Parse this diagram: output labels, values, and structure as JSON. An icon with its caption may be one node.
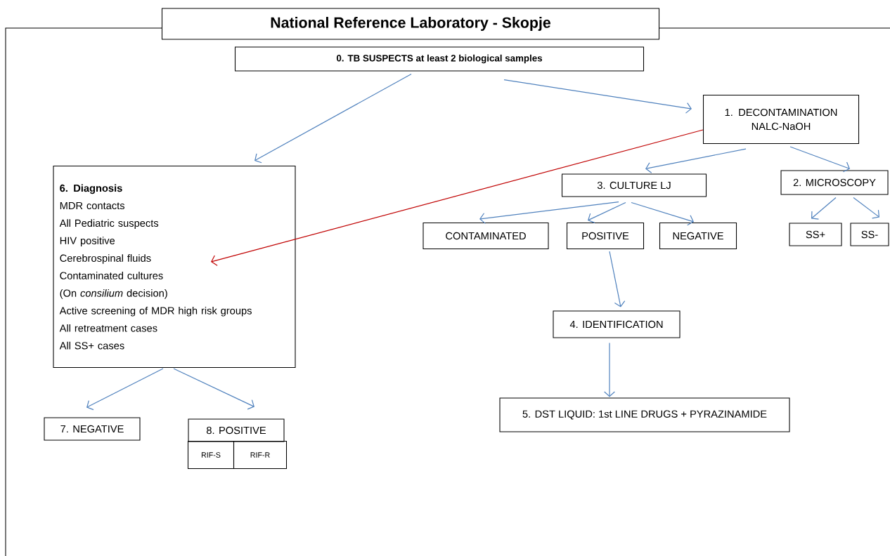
{
  "diagram": {
    "title": "National Reference Laboratory - Skopje",
    "nodes": [
      {
        "text": [
          "0. TB SUSPECTS at least 2 biological samples"
        ]
      },
      {
        "text": [
          "1. DECONTAMINATION NALC-NaOH"
        ]
      },
      {
        "text": [
          "6. Diagnosis",
          "MDR contacts",
          "All Pediatric suspects",
          "HIV positive",
          "Cerebrospinal fluids",
          "Contaminated cultures",
          "(On *consilium* decision)",
          "Active screening of MDR high risk groups",
          "All retreatment cases",
          "All SS+ cases"
        ]
      },
      {
        "text": [
          "3. CULTURE LJ"
        ]
      },
      {
        "text": [
          "2. MICROSCOPY"
        ]
      },
      {
        "text": [
          "CONTAMINATED"
        ]
      },
      {
        "text": [
          "POSITIVE"
        ]
      },
      {
        "text": [
          "NEGATIVE"
        ]
      },
      {
        "text": [
          "SS+"
        ]
      },
      {
        "text": [
          "SS-"
        ]
      },
      {
        "text": [
          "4. IDENTIFICATION"
        ]
      },
      {
        "text": [
          "5. DST LIQUID: 1st LINE DRUGS + PYRAZINAMIDE"
        ]
      },
      {
        "text": [
          "7. NEGATIVE"
        ]
      },
      {
        "text": [
          "8. POSITIVE"
        ]
      },
      {
        "text": [
          "RIF-S"
        ]
      },
      {
        "text": [
          "RIF-R"
        ]
      }
    ],
    "edges": [
      {
        "from": 0,
        "to": 2,
        "arrow": "to"
      },
      {
        "from": 0,
        "to": 1,
        "arrow": "to"
      },
      {
        "from": 1,
        "to": 2,
        "arrow": "to",
        "color": "#c00000"
      },
      {
        "from": 1,
        "to": 3,
        "arrow": "to"
      },
      {
        "from": 1,
        "to": 4,
        "arrow": "to"
      },
      {
        "from": 3,
        "to": 5,
        "arrow": "to"
      },
      {
        "from": 3,
        "to": 6,
        "arrow": "to"
      },
      {
        "from": 3,
        "to": 7,
        "arrow": "to"
      },
      {
        "from": 4,
        "to": 8,
        "arrow": "to"
      },
      {
        "from": 4,
        "to": 9,
        "arrow": "to"
      },
      {
        "from": 6,
        "to": 10,
        "arrow": "to"
      },
      {
        "from": 10,
        "to": 11,
        "arrow": "to"
      },
      {
        "from": 2,
        "to": 12,
        "arrow": "to"
      },
      {
        "from": 2,
        "to": 13,
        "arrow": "to"
      }
    ]
  }
}
